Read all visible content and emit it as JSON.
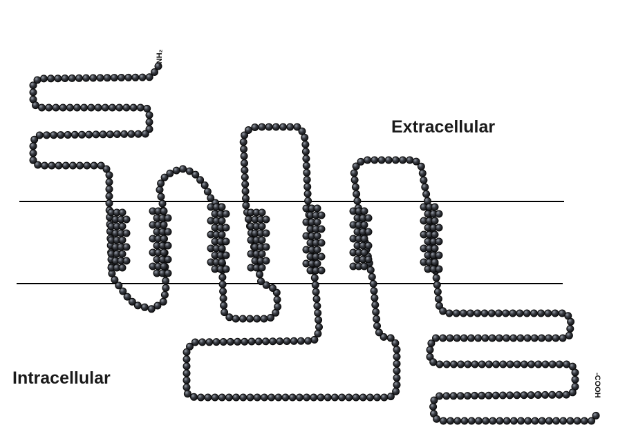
{
  "labels": {
    "extracellular": "Extracellular",
    "intracellular": "Intracellular",
    "n_terminus": "-NH₂",
    "c_terminus": "-COOH"
  },
  "colors": {
    "bead_fill": "#3a3d44",
    "bead_highlight": "#9aa0aa",
    "bead_stroke": "#0a0a0a",
    "membrane_line": "#000000",
    "text": "#1a1a1a"
  },
  "diagram": {
    "kind": "seven-transmembrane protein topology (bead model)",
    "transmembrane_helices": 7,
    "regions": [
      "extracellular",
      "membrane",
      "intracellular"
    ],
    "termini": [
      "N-terminus (extracellular)",
      "C-terminus (intracellular)"
    ]
  }
}
